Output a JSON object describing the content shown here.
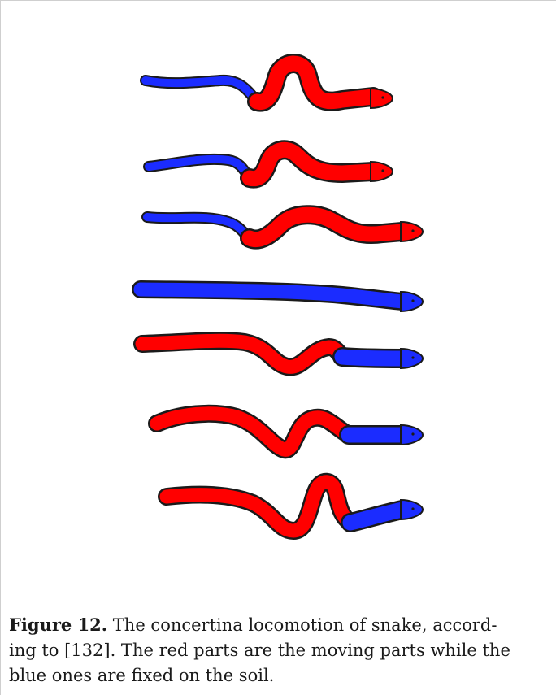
{
  "figure": {
    "label": "Figure 12.",
    "caption_lines": [
      "The concertina locomotion of snake, accord-",
      "ing to [132]. The red parts are the moving parts while the",
      "blue ones are fixed on the soil."
    ],
    "colors": {
      "moving": "#ff0000",
      "fixed": "#1b2cff",
      "outline": "#1a1a1a"
    },
    "frames": [
      {
        "fixed": "tail",
        "moving": "head"
      },
      {
        "fixed": "tail",
        "moving": "head"
      },
      {
        "fixed": "tail",
        "moving": "head"
      },
      {
        "fixed": "whole",
        "moving": "none"
      },
      {
        "fixed": "head",
        "moving": "tail"
      },
      {
        "fixed": "head",
        "moving": "tail"
      },
      {
        "fixed": "head",
        "moving": "tail"
      }
    ]
  }
}
